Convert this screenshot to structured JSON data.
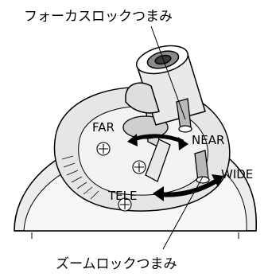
{
  "labels": {
    "focus_lock_knob": "フォーカスロックつまみ",
    "zoom_lock_knob": "ズームロックつまみ",
    "far": "FAR",
    "near": "NEAR",
    "tele": "TELE",
    "wide": "WIDE"
  }
}
